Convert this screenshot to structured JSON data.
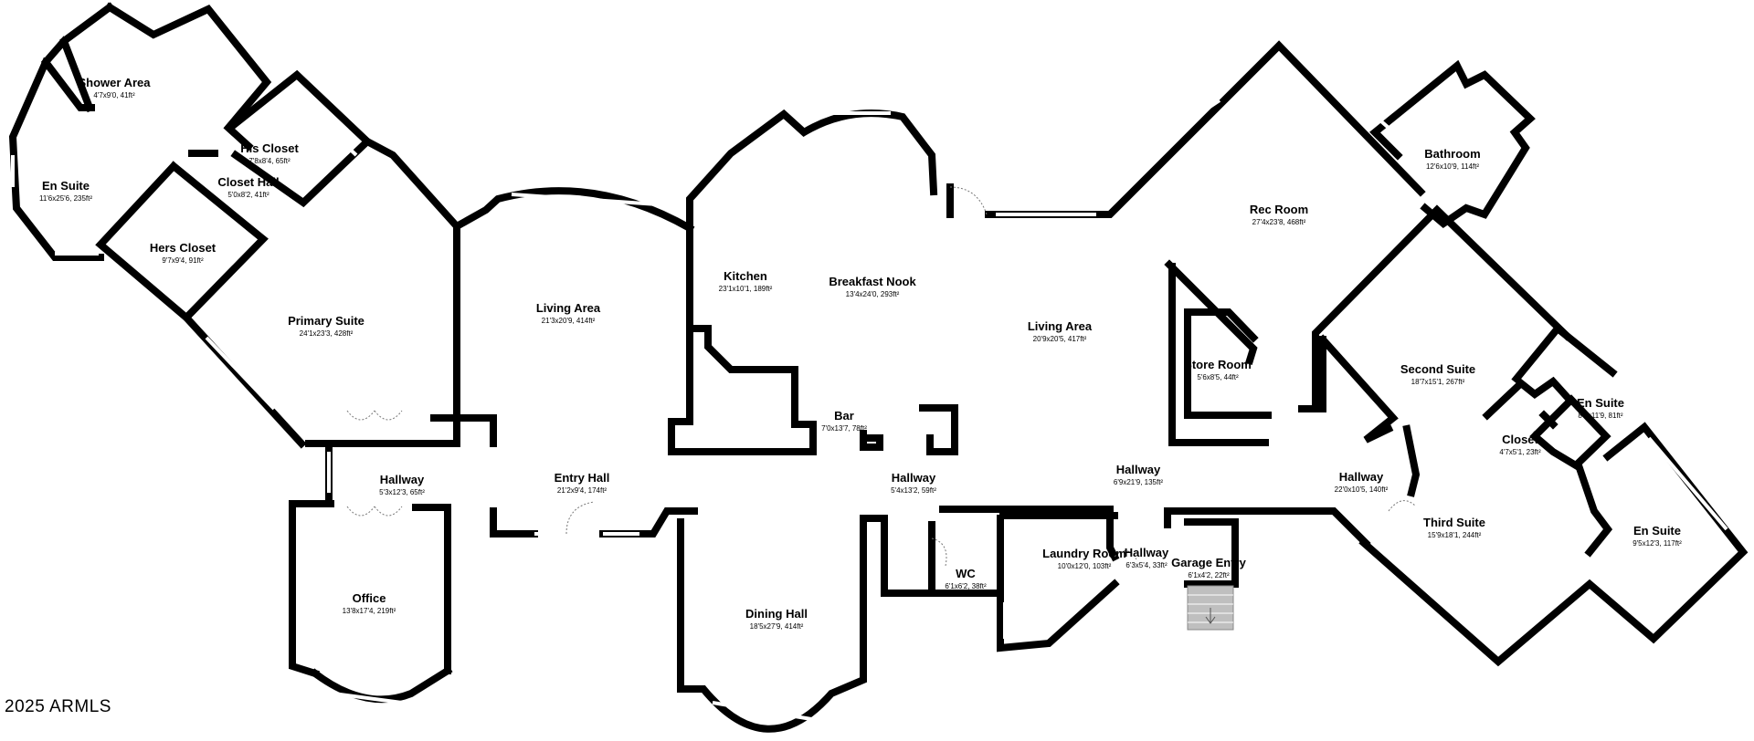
{
  "copyright": "2025 ARMLS",
  "rooms": [
    {
      "name": "Shower Area",
      "dim": "4'7x9'0, 41ft²"
    },
    {
      "name": "En Suite",
      "dim": "11'6x25'6, 235ft²"
    },
    {
      "name": "His Closet",
      "dim": "7'8x8'4, 65ft²"
    },
    {
      "name": "Closet Hall",
      "dim": "5'0x8'2, 41ft²"
    },
    {
      "name": "Hers Closet",
      "dim": "9'7x9'4, 91ft²"
    },
    {
      "name": "Primary Suite",
      "dim": "24'1x23'3, 428ft²"
    },
    {
      "name": "Living Area",
      "dim": "21'3x20'9, 414ft²"
    },
    {
      "name": "Kitchen",
      "dim": "23'1x10'1, 189ft²"
    },
    {
      "name": "Breakfast Nook",
      "dim": "13'4x24'0, 293ft²"
    },
    {
      "name": "Living Area",
      "dim": "20'9x20'5, 417ft²"
    },
    {
      "name": "Rec Room",
      "dim": "27'4x23'8, 468ft²"
    },
    {
      "name": "Bathroom",
      "dim": "12'6x10'9, 114ft²"
    },
    {
      "name": "Store Room",
      "dim": "5'6x8'5, 44ft²"
    },
    {
      "name": "Second Suite",
      "dim": "18'7x15'1, 267ft²"
    },
    {
      "name": "En Suite",
      "dim": "8'6x11'9, 81ft²"
    },
    {
      "name": "Closet",
      "dim": "4'7x5'1, 23ft²"
    },
    {
      "name": "Bar",
      "dim": "7'0x13'7, 78ft²"
    },
    {
      "name": "Hallway",
      "dim": "5'3x12'3, 65ft²"
    },
    {
      "name": "Entry Hall",
      "dim": "21'2x9'4, 174ft²"
    },
    {
      "name": "Hallway",
      "dim": "5'4x13'2, 59ft²"
    },
    {
      "name": "Hallway",
      "dim": "6'9x21'9, 135ft²"
    },
    {
      "name": "Hallway",
      "dim": "22'0x10'5, 140ft²"
    },
    {
      "name": "Third Suite",
      "dim": "15'9x18'1, 244ft²"
    },
    {
      "name": "En Suite",
      "dim": "9'5x12'3, 117ft²"
    },
    {
      "name": "Office",
      "dim": "13'8x17'4, 219ft²"
    },
    {
      "name": "WC",
      "dim": "6'1x6'2, 38ft²"
    },
    {
      "name": "Laundry Room",
      "dim": "10'0x12'0, 103ft²"
    },
    {
      "name": "Hallway",
      "dim": "6'3x5'4, 33ft²"
    },
    {
      "name": "Garage Entry",
      "dim": "6'1x4'2, 22ft²"
    },
    {
      "name": "Dining Hall",
      "dim": "18'5x27'9, 414ft²"
    }
  ]
}
